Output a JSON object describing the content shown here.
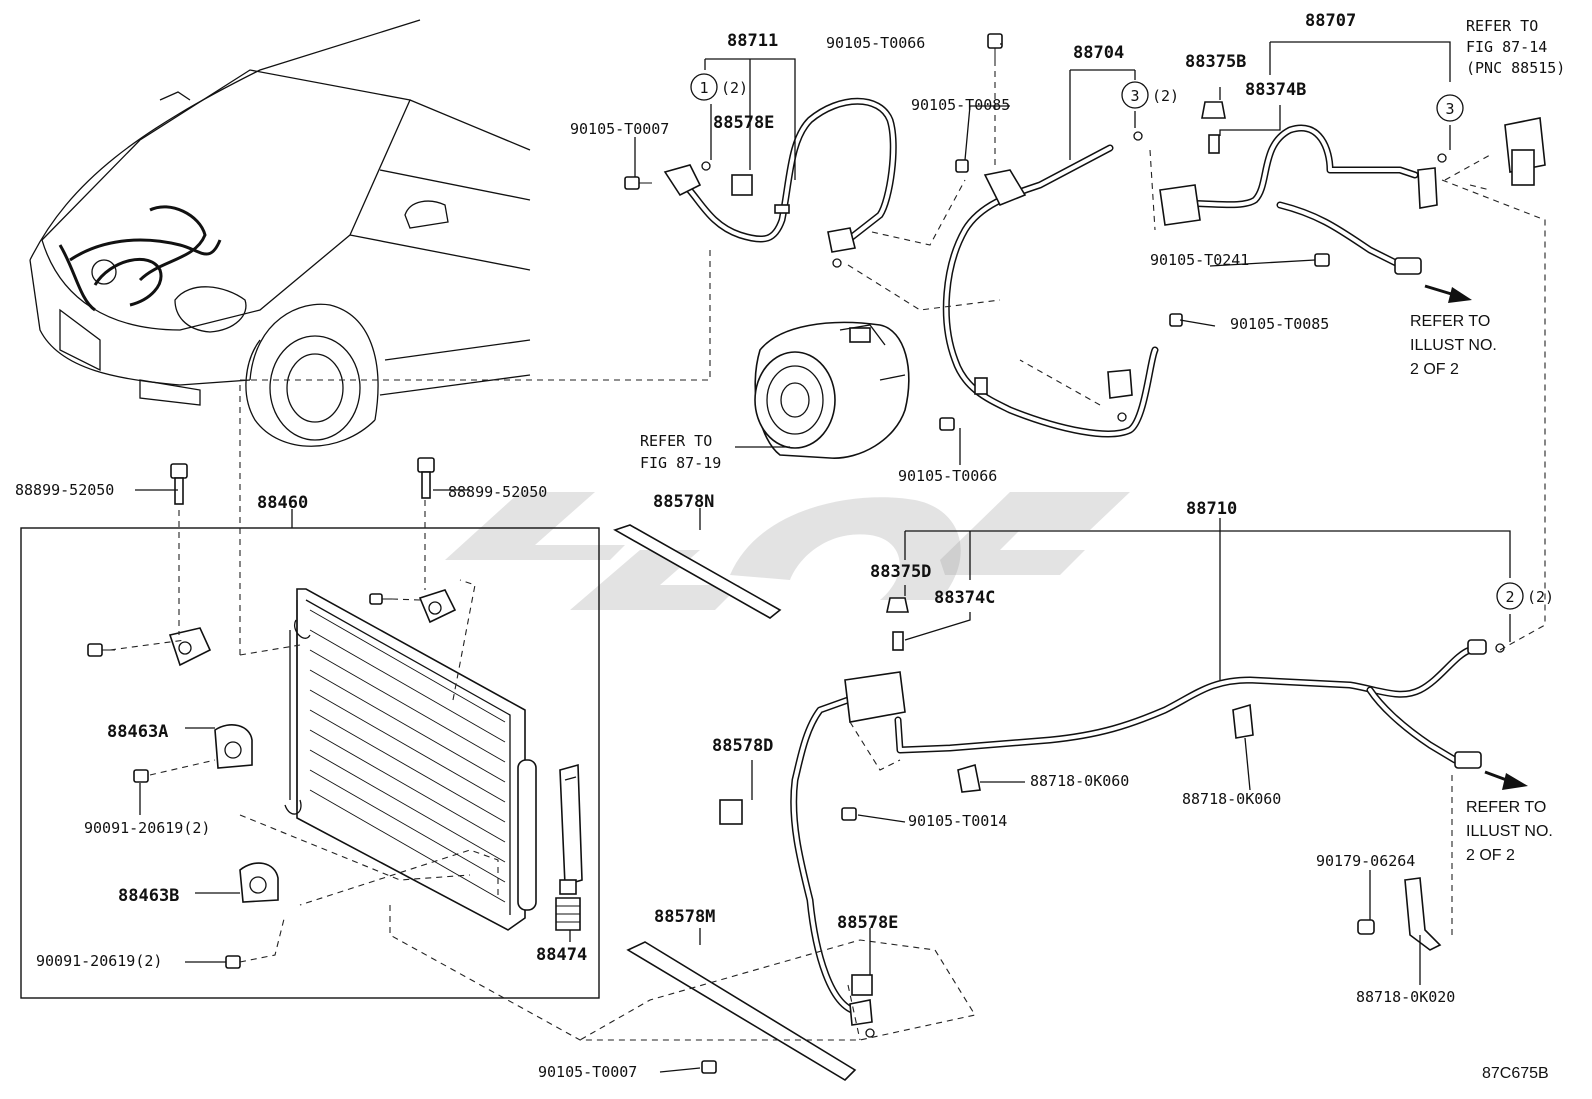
{
  "diagram": {
    "ref_code": "87C675B",
    "callouts": {
      "c1": {
        "num": "1",
        "qty": "(2)"
      },
      "c2": {
        "num": "2",
        "qty": "(2)"
      },
      "c3a": {
        "num": "3",
        "qty": "(2)"
      },
      "c3b": {
        "num": "3"
      }
    },
    "parts": {
      "p88711": "88711",
      "p88704": "88704",
      "p88707": "88707",
      "p88375B": "88375B",
      "p88374B": "88374B",
      "p88578E_top": "88578E",
      "p90105T0007_top": "90105-T0007",
      "p90105T0066_top": "90105-T0066",
      "p90105T0085_a": "90105-T0085",
      "p90105T0085_b": "90105-T0085",
      "p90105T0241": "90105-T0241",
      "p90105T0066_mid": "90105-T0066",
      "p88899_left": "88899-52050",
      "p88899_right": "88899-52050",
      "p88460": "88460",
      "p88578N": "88578N",
      "p88710": "88710",
      "p88375D": "88375D",
      "p88374C": "88374C",
      "p88463A": "88463A",
      "p90091_a": "90091-20619(2)",
      "p88463B": "88463B",
      "p90091_b": "90091-20619(2)",
      "p88474": "88474",
      "p88578D": "88578D",
      "p88718_0K060_a": "88718-0K060",
      "p88718_0K060_b": "88718-0K060",
      "p90105T0014": "90105-T0014",
      "p88578M": "88578M",
      "p88578E_bot": "88578E",
      "p90105T0007_bot": "90105-T0007",
      "p90179": "90179-06264",
      "p88718_0K020": "88718-0K020"
    },
    "refs": {
      "fig8714": [
        "REFER TO",
        "FIG 87-14",
        "(PNC 88515)"
      ],
      "fig8719": [
        "REFER TO",
        "FIG 87-19"
      ],
      "illust_top": [
        "REFER TO",
        "ILLUST NO.",
        "2 OF 2"
      ],
      "illust_bot": [
        "REFER TO",
        "ILLUST NO.",
        "2 OF 2"
      ]
    }
  }
}
